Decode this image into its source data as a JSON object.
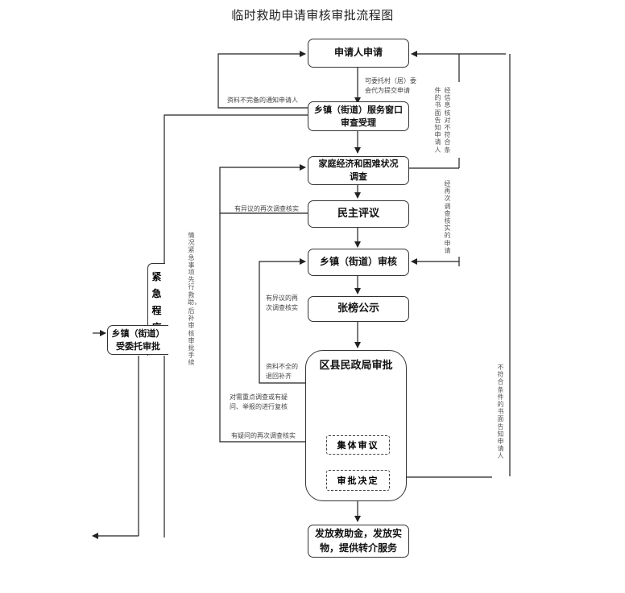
{
  "title": "临时救助申请审核审批流程图",
  "nodes": {
    "apply": "申请人申请",
    "window": [
      "乡镇（街道）服务窗口",
      "审查受理"
    ],
    "survey": [
      "家庭经济和困难状况",
      "调查"
    ],
    "democratic": "民主评议",
    "township_review": "乡镇（街道）审核",
    "publicity": "张榜公示",
    "county_approval": "区县民政局审批",
    "collective_review": "集体审议",
    "approval_decision": "审批决定",
    "disburse": [
      "发放救助金，发放实",
      "物，提供转介服务"
    ],
    "emergency": "紧急程序",
    "township_entrusted": [
      "乡镇（街道）",
      "受委托审批"
    ]
  },
  "labels": {
    "entrust_village": [
      "可委托村（居）委",
      "会代为提交申请"
    ],
    "incomplete_notify": "资料不完备的通知申请人",
    "verified_not_eligible": [
      "经信息核对不符合条",
      "件的书面告知申请人"
    ],
    "reinvestigated_apply": "经再次调查核实的申请",
    "objection_reinvestigate_1": "有异议的再次调查核实",
    "objection_reinvestigate_2": [
      "有异议的再",
      "次调查核实"
    ],
    "incomplete_return": [
      "资料不全的",
      "退回补齐"
    ],
    "key_investigation": [
      "对需重点调查或有疑",
      "问、举报的进行复核"
    ],
    "doubt_reinvestigate": "有疑问的再次调查核实",
    "emergency_note": [
      "情况紧急事项先行救助，",
      "后补审核审批手续"
    ],
    "not_eligible_notify": "不符合条件的书面告知申请人"
  },
  "colors": {
    "line": "#222222",
    "box_border": "#333333",
    "text": "#111111"
  }
}
